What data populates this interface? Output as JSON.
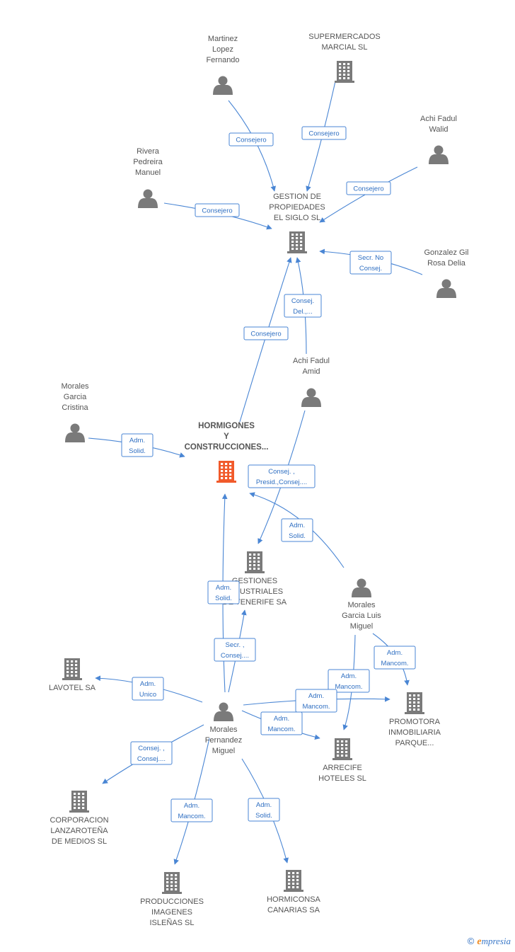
{
  "colors": {
    "edge": "#4a86d4",
    "node_icon": "#7a7a7a",
    "focus_icon": "#f15a2b",
    "label": "#555555"
  },
  "nodes": [
    {
      "id": "hormigones",
      "type": "company",
      "focus": true,
      "lines": [
        "HORMIGONES",
        "Y",
        "CONSTRUCCIONES..."
      ]
    },
    {
      "id": "gestion",
      "type": "company",
      "lines": [
        "GESTION DE",
        "PROPIEDADES",
        "EL SIGLO SL"
      ]
    },
    {
      "id": "martinez",
      "type": "person",
      "lines": [
        "Martinez",
        "Lopez",
        "Fernando"
      ]
    },
    {
      "id": "supermercados",
      "type": "company",
      "lines": [
        "SUPERMERCADOS",
        "MARCIAL SL"
      ]
    },
    {
      "id": "walid",
      "type": "person",
      "lines": [
        "Achi Fadul",
        "Walid"
      ]
    },
    {
      "id": "rivera",
      "type": "person",
      "lines": [
        "Rivera",
        "Pedreira",
        "Manuel"
      ]
    },
    {
      "id": "gonzalez",
      "type": "person",
      "lines": [
        "Gonzalez Gil",
        "Rosa Delia"
      ]
    },
    {
      "id": "amid",
      "type": "person",
      "lines": [
        "Achi Fadul",
        "Amid"
      ]
    },
    {
      "id": "cristina",
      "type": "person",
      "lines": [
        "Morales",
        "Garcia",
        "Cristina"
      ]
    },
    {
      "id": "gestiones",
      "type": "company",
      "lines": [
        "GESTIONES",
        "INDUSTRIALES",
        "DE TENERIFE SA"
      ]
    },
    {
      "id": "luis",
      "type": "person",
      "lines": [
        "Morales",
        "Garcia Luis",
        "Miguel"
      ]
    },
    {
      "id": "miguel",
      "type": "person",
      "lines": [
        "Morales",
        "Fernandez",
        "Miguel"
      ]
    },
    {
      "id": "lavotel",
      "type": "company",
      "lines": [
        "LAVOTEL SA"
      ]
    },
    {
      "id": "promotora",
      "type": "company",
      "lines": [
        "PROMOTORA",
        "INMOBILIARIA",
        "PARQUE..."
      ]
    },
    {
      "id": "arrecife",
      "type": "company",
      "lines": [
        "ARRECIFE",
        "HOTELES SL"
      ]
    },
    {
      "id": "corporacion",
      "type": "company",
      "lines": [
        "CORPORACION",
        "LANZAROTEÑA",
        "DE MEDIOS SL"
      ]
    },
    {
      "id": "producciones",
      "type": "company",
      "lines": [
        "PRODUCCIONES",
        "IMAGENES",
        "ISLEÑAS SL"
      ]
    },
    {
      "id": "hormiconsa",
      "type": "company",
      "lines": [
        "HORMICONSA",
        "CANARIAS SA"
      ]
    }
  ],
  "edges": [
    {
      "id": "e1",
      "from": "martinez",
      "to": "gestion",
      "lines": [
        "Consejero"
      ]
    },
    {
      "id": "e2",
      "from": "supermercados",
      "to": "gestion",
      "lines": [
        "Consejero"
      ]
    },
    {
      "id": "e3",
      "from": "walid",
      "to": "gestion",
      "lines": [
        "Consejero"
      ]
    },
    {
      "id": "e4",
      "from": "rivera",
      "to": "gestion",
      "lines": [
        "Consejero"
      ]
    },
    {
      "id": "e5",
      "from": "gonzalez",
      "to": "gestion",
      "lines": [
        "Secr.  No",
        "Consej."
      ]
    },
    {
      "id": "e6",
      "from": "amid",
      "to": "gestion",
      "lines": [
        "Consej.",
        "Del.,..."
      ]
    },
    {
      "id": "e7",
      "from": "hormigones",
      "to": "gestion",
      "lines": [
        "Consejero"
      ]
    },
    {
      "id": "e8",
      "from": "cristina",
      "to": "hormigones",
      "lines": [
        "Adm.",
        "Solid."
      ]
    },
    {
      "id": "e9",
      "from": "amid",
      "to": "gestiones",
      "lines": [
        "Consej. ,",
        "Presid.,Consej...."
      ]
    },
    {
      "id": "e10",
      "from": "luis",
      "to": "hormigones",
      "lines": [
        "Adm.",
        "Solid."
      ]
    },
    {
      "id": "e11",
      "from": "miguel",
      "to": "hormigones",
      "lines": [
        "Adm.",
        "Solid."
      ]
    },
    {
      "id": "e12",
      "from": "miguel",
      "to": "gestiones",
      "lines": [
        "Secr. ,",
        "Consej...."
      ]
    },
    {
      "id": "e13",
      "from": "miguel",
      "to": "lavotel",
      "lines": [
        "Adm.",
        "Unico"
      ]
    },
    {
      "id": "e14",
      "from": "luis",
      "to": "promotora",
      "lines": [
        "Adm.",
        "Mancom."
      ]
    },
    {
      "id": "e15",
      "from": "luis",
      "to": "arrecife",
      "lines": [
        "Adm.",
        "Mancom."
      ]
    },
    {
      "id": "e16",
      "from": "miguel",
      "to": "promotora",
      "lines": [
        "Adm.",
        "Mancom."
      ]
    },
    {
      "id": "e17",
      "from": "miguel",
      "to": "arrecife",
      "lines": [
        "Adm.",
        "Mancom."
      ]
    },
    {
      "id": "e18",
      "from": "miguel",
      "to": "corporacion",
      "lines": [
        "Consej. ,",
        "Consej...."
      ]
    },
    {
      "id": "e19",
      "from": "miguel",
      "to": "producciones",
      "lines": [
        "Adm.",
        "Mancom."
      ]
    },
    {
      "id": "e20",
      "from": "miguel",
      "to": "hormiconsa",
      "lines": [
        "Adm.",
        "Solid."
      ]
    }
  ],
  "footer": {
    "copyright": "©",
    "brand_initial": "e",
    "brand_rest": "mpresia"
  }
}
